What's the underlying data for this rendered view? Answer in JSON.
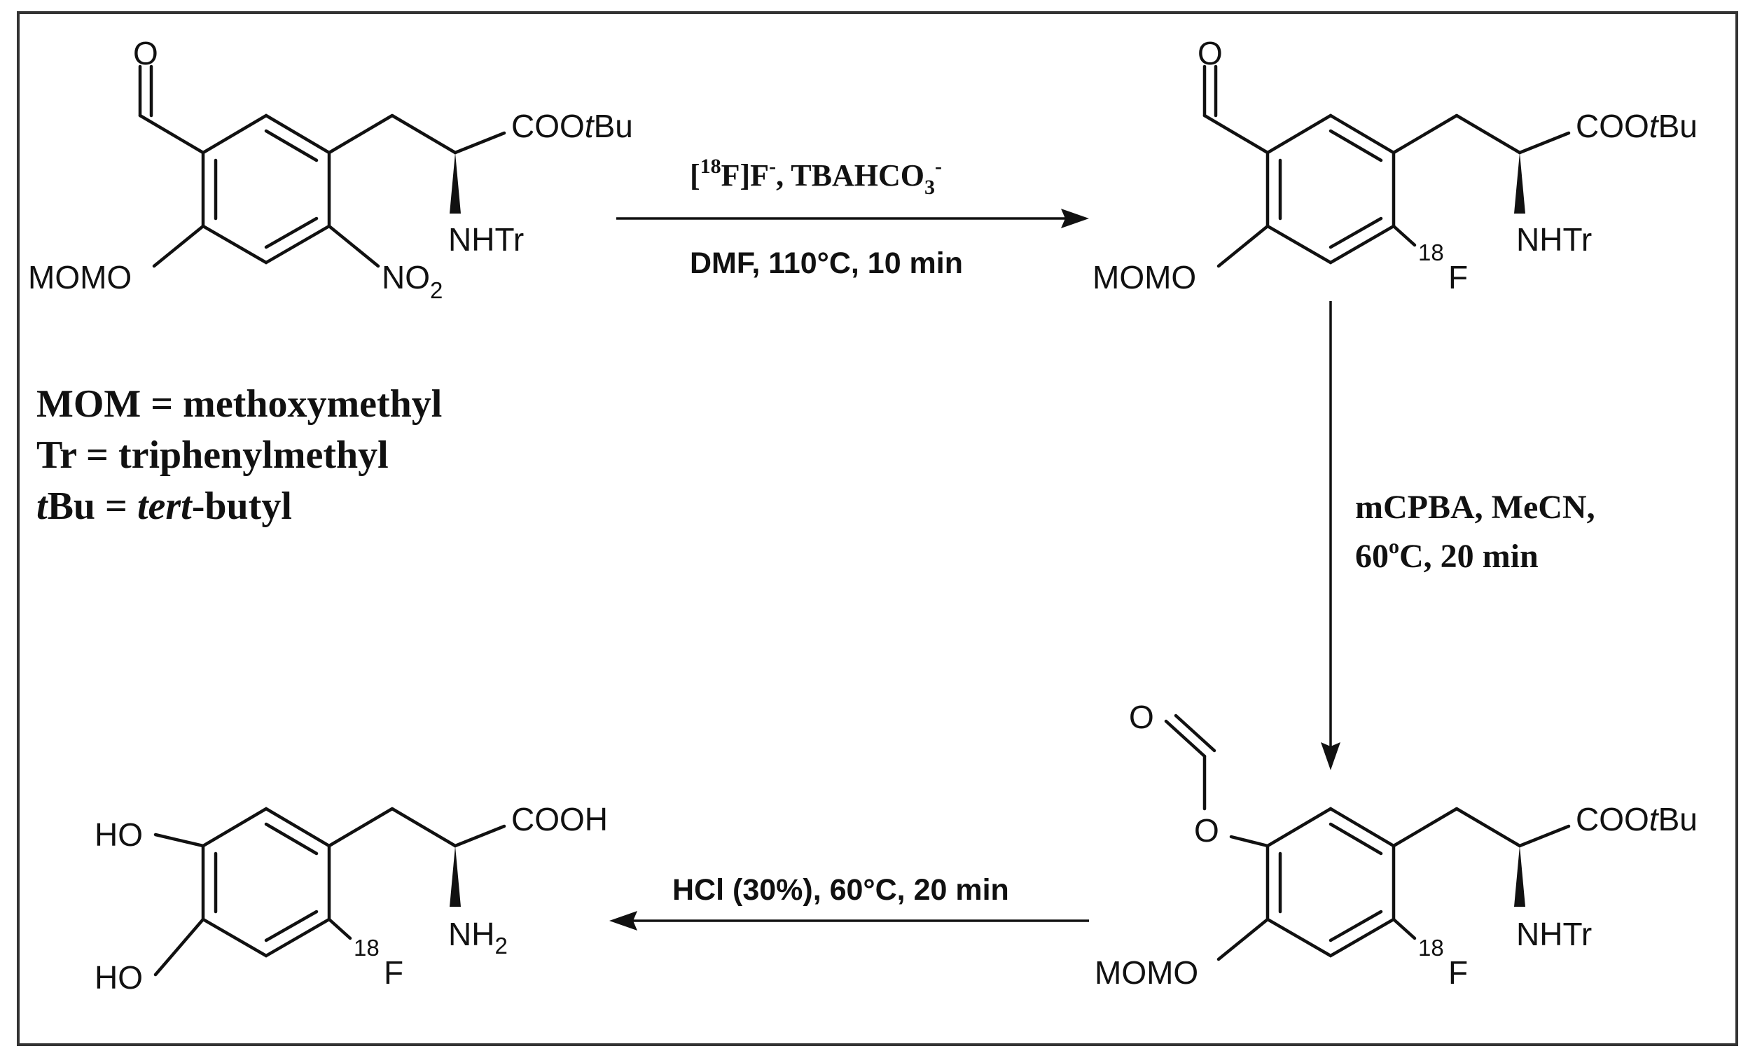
{
  "compound_1": {
    "aldehyde_o": "O",
    "ester": "COO",
    "ester_t": "t",
    "ester_bu": "Bu",
    "amine": "NHTr",
    "ether": "MOMO",
    "nitro": "NO",
    "nitro_sub": "2"
  },
  "compound_2": {
    "aldehyde_o": "O",
    "ester": "COO",
    "ester_t": "t",
    "ester_bu": "Bu",
    "amine": "NHTr",
    "ether": "MOMO",
    "isotope": "18",
    "fluorine": "F"
  },
  "compound_3": {
    "carbonyl_o": "O",
    "ether_o": "O",
    "ester": "COO",
    "ester_t": "t",
    "ester_bu": "Bu",
    "amine": "NHTr",
    "ether": "MOMO",
    "isotope": "18",
    "fluorine": "F"
  },
  "product": {
    "hydroxy_top": "HO",
    "hydroxy_bottom": "HO",
    "acid": "COOH",
    "amine": "NH",
    "amine_sub": "2",
    "isotope": "18",
    "fluorine": "F"
  },
  "step_1": {
    "reagent_open": "[",
    "reagent_iso": "18",
    "reagent_f": "F]F",
    "reagent_charge": "-",
    "reagent_rest": ", TBAHCO",
    "reagent_sub": "3",
    "reagent_charge2": "-",
    "conditions": "DMF, 110°C, 10 min"
  },
  "step_2": {
    "line_1": "mCPBA, MeCN,",
    "line_2_a": "60",
    "line_2_deg": "o",
    "line_2_b": "C, 20 min"
  },
  "step_3": {
    "conditions": "HCl (30%), 60°C, 20 min"
  },
  "legend": {
    "mom": "MOM = methoxymethyl",
    "tr": "Tr = triphenylmethyl",
    "tbu_t": "t",
    "tbu_a": "Bu = ",
    "tbu_tert": "tert",
    "tbu_b": "-butyl"
  }
}
